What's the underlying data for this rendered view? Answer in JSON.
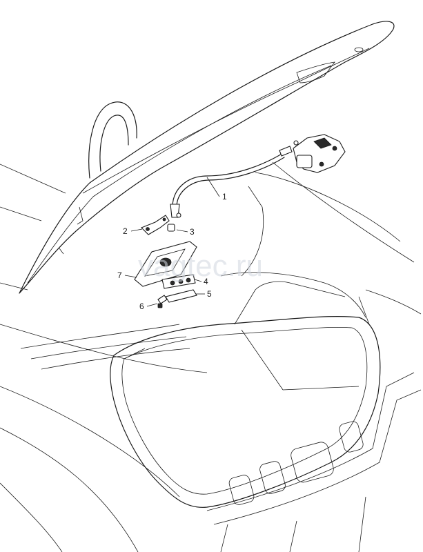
{
  "watermark": "vagtec.ru",
  "callouts": [
    {
      "label": "1"
    },
    {
      "label": "2"
    },
    {
      "label": "3"
    },
    {
      "label": "4"
    },
    {
      "label": "5"
    },
    {
      "label": "6"
    },
    {
      "label": "7"
    }
  ],
  "colors": {
    "ink": "#1a1a1a",
    "watermark": "#cfd6de"
  }
}
